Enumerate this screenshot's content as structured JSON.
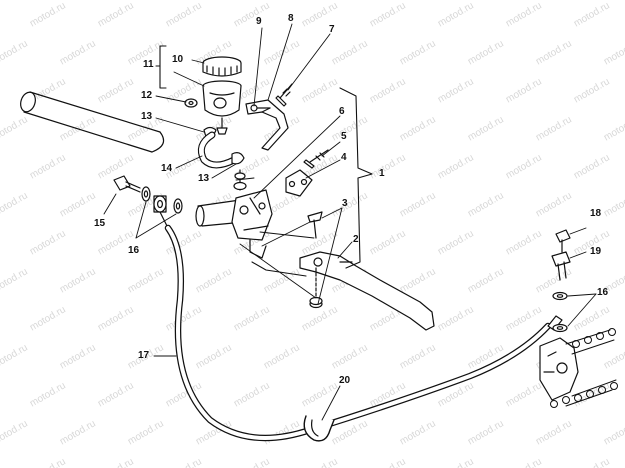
{
  "diagram": {
    "watermark_text": "motod.ru",
    "ink_color": "#111111",
    "watermark_color": "#d8d8d8",
    "callouts": {
      "c1": "1",
      "c2": "2",
      "c3": "3",
      "c4": "4",
      "c5": "5",
      "c6": "6",
      "c7": "7",
      "c8": "8",
      "c9": "9",
      "c10": "10",
      "c11": "11",
      "c12": "12",
      "c13a": "13",
      "c13b": "13",
      "c14": "14",
      "c15": "15",
      "c16a": "16",
      "c16b": "16",
      "c17": "17",
      "c18": "18",
      "c19": "19",
      "c20": "20"
    }
  }
}
